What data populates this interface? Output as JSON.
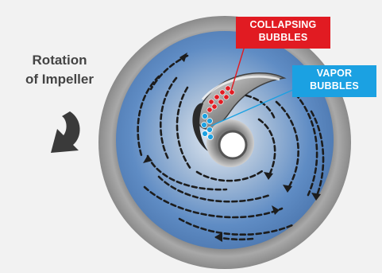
{
  "rotation_label": {
    "line1": "Rotation",
    "line2": "of Impeller"
  },
  "collapsing_tag": {
    "line1": "COLLAPSING",
    "line2": "BUBBLES",
    "color": "#e11b22"
  },
  "vapor_tag": {
    "line1": "VAPOR",
    "line2": "BUBBLES",
    "color": "#1ba1e2"
  },
  "colors": {
    "background": "#f2f2f2",
    "casing_outer": "#8e8e8e",
    "casing_inner": "#5b85b8",
    "impeller_gray": "#9a9a9a",
    "flow_arrows": "#222222",
    "rotation_arrow": "#3a3a3a"
  },
  "icons": [
    "curved-rotation-arrow",
    "flow-arrow",
    "bubble"
  ]
}
